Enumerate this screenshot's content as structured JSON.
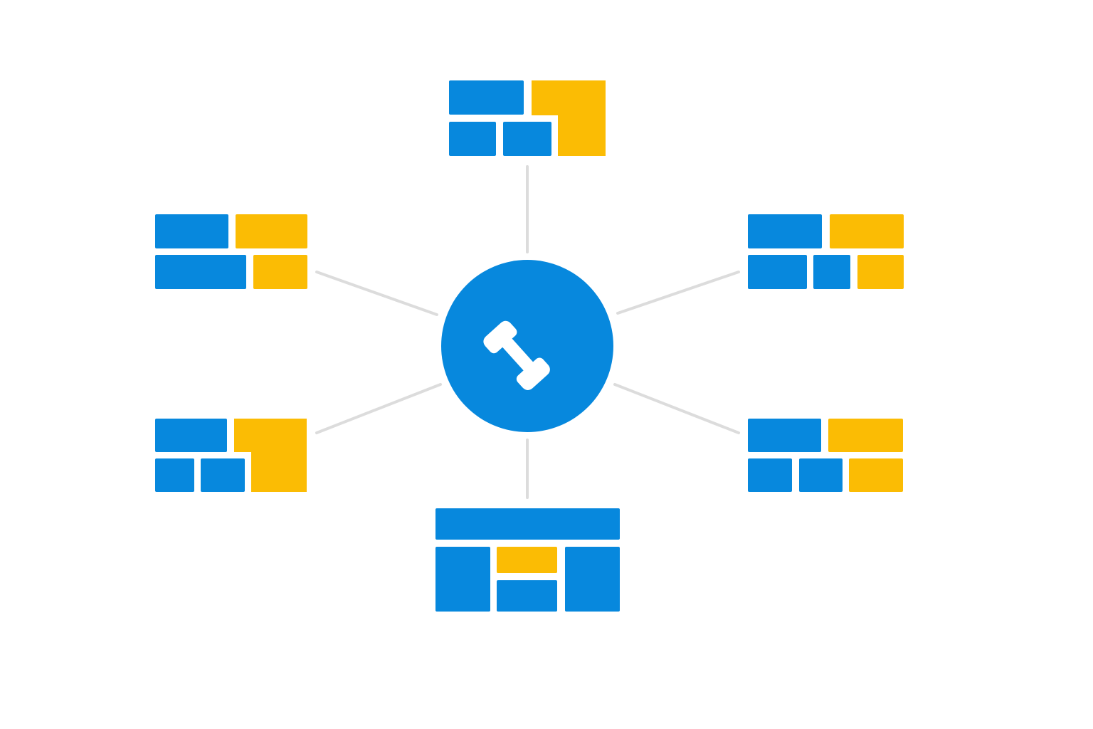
{
  "diagram": {
    "kind": "hub-and-spoke",
    "hub": {
      "name": "phone-hub",
      "icon": "phone-icon"
    },
    "spoke_count": 6,
    "modules": [
      {
        "name": "module-top"
      },
      {
        "name": "module-left-upper"
      },
      {
        "name": "module-right-upper"
      },
      {
        "name": "module-left-lower"
      },
      {
        "name": "module-right-lower"
      },
      {
        "name": "module-bottom"
      }
    ]
  },
  "colors": {
    "background": "#ffffff",
    "hub": "#0788DD",
    "blue_block": "#0788DD",
    "yellow_block": "#FBBC04",
    "connector": "#DCDCDC",
    "icon": "#ffffff"
  }
}
